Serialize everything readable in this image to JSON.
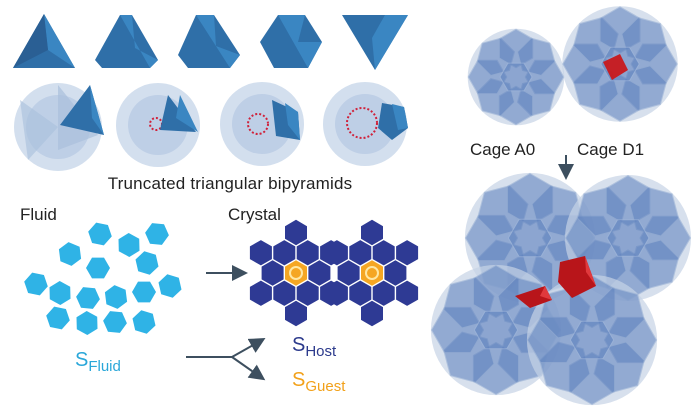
{
  "labels": {
    "title": "Truncated triangular bipyramids",
    "fluid": "Fluid",
    "crystal": "Crystal",
    "cage_a0": "Cage A0",
    "cage_d1": "Cage D1",
    "s_fluid": "S",
    "s_fluid_sub": "Fluid",
    "s_host": "S",
    "s_host_sub": "Host",
    "s_guest": "S",
    "s_guest_sub": "Guest"
  },
  "colors": {
    "tile_blue": "#3a86c2",
    "fluid_hex": "#2fb3e6",
    "host_hex": "#2e3a94",
    "guest_hex": "#f5a623",
    "guest_particle": "#c8181c",
    "cage_blue": "#5b7fbd",
    "arrow": "#3d4f5f",
    "dashed_circle": "#d0213a"
  },
  "icons": [
    "tetrahedron-shape",
    "truncated-bipyramid-shape",
    "cluster-shape",
    "hexagon-tile",
    "arrow-right",
    "arrow-down",
    "guest-particle"
  ]
}
